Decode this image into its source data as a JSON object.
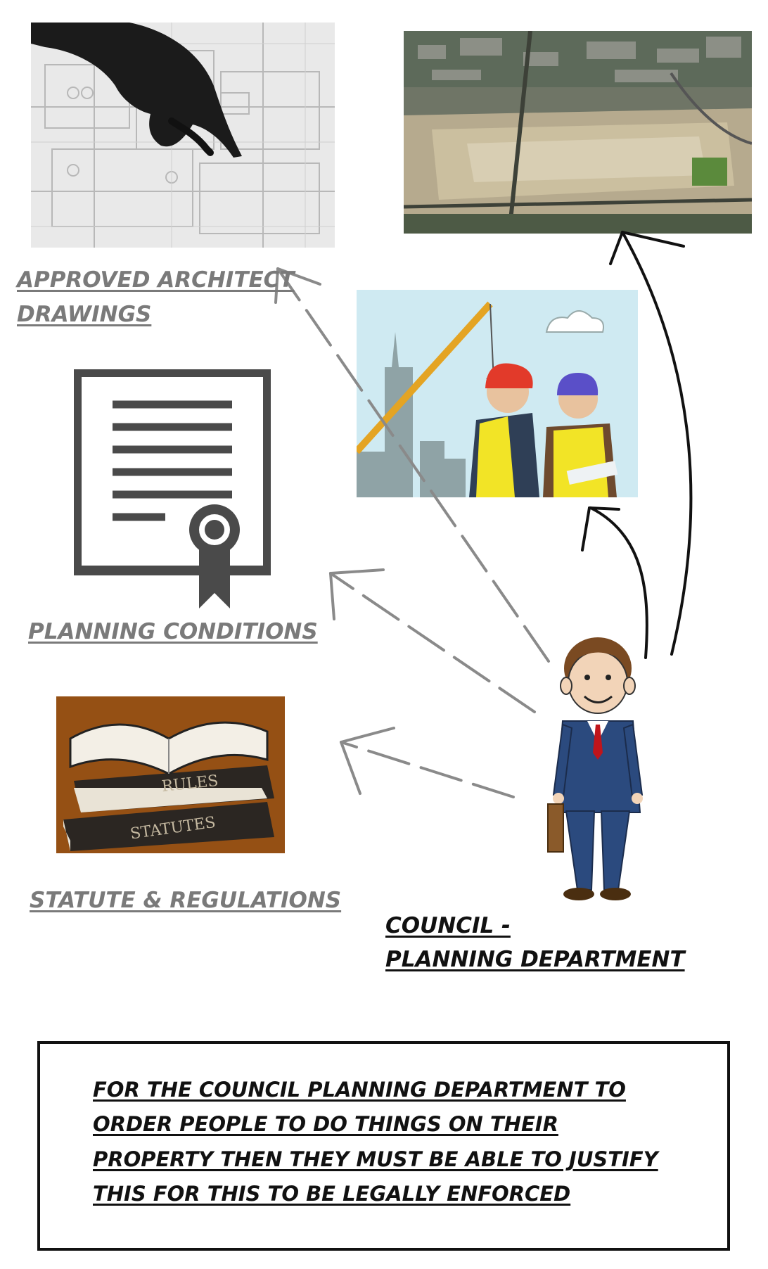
{
  "labels": {
    "drawings_line1": "APPROVED ARCHITECT",
    "drawings_line2": "DRAWINGS",
    "conditions": "PLANNING CONDITIONS",
    "statute": "STATUTE & REGULATIONS",
    "council_line1": "COUNCIL -",
    "council_line2": "PLANNING DEPARTMENT"
  },
  "notice": {
    "lines": [
      "FOR THE COUNCIL PLANNING DEPARTMENT TO",
      "ORDER PEOPLE TO DO THINGS ON THEIR",
      "PROPERTY THEN THEY MUST BE ABLE TO JUSTIFY",
      "THIS FOR THIS TO BE LEGALLY ENFORCED"
    ]
  },
  "books": {
    "top_book_text": "RULES",
    "bottom_book_text": "STATUTES"
  },
  "colors": {
    "label_gray": "#7a7a7a",
    "arrow_gray": "#8a8a8a",
    "arrow_black": "#111111",
    "suit_blue": "#2b4a7e",
    "tie_red": "#c0151b",
    "hardhat_red": "#e23a2a",
    "hardhat_blue": "#5a4fc8",
    "vest_yellow": "#f2e426"
  }
}
